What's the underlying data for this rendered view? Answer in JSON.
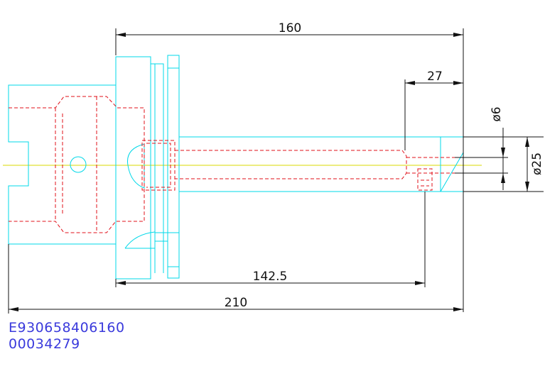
{
  "colors": {
    "outline": "#00d8e8",
    "hidden": "#e0101a",
    "centerline": "#d8d800",
    "dimension": "#111111",
    "code_text": "#3a3adc"
  },
  "dimensions": {
    "overall_length": "210",
    "holder_length": "160",
    "bore_depth": "142.5",
    "tip_length": "27",
    "bore_diameter": "ø6",
    "shank_diameter": "ø25"
  },
  "codes": {
    "part_number": "E930658406160",
    "reference": "00034279"
  }
}
